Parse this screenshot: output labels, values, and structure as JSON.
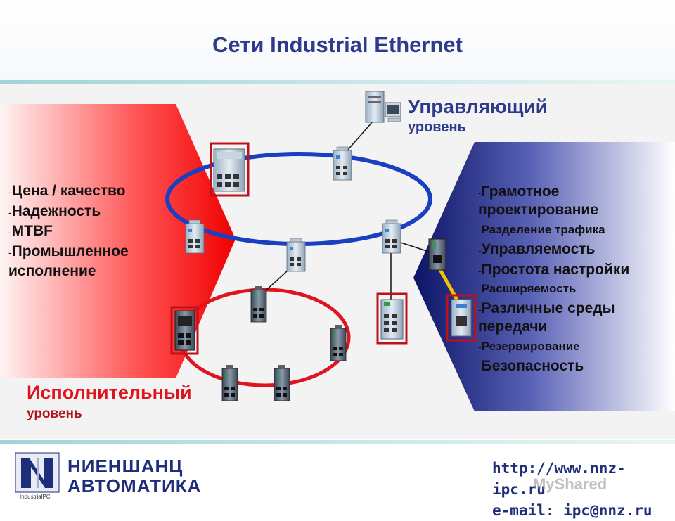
{
  "title": "Сети Industrial Ethernet",
  "control_level": {
    "line1": "Управляющий",
    "line2": "уровень"
  },
  "exec_level": {
    "line1": "Исполнительный",
    "line2": "уровень"
  },
  "left_items": [
    {
      "dash": "-",
      "text": "Цена / качество"
    },
    {
      "dash": "-",
      "text": "Надежность"
    },
    {
      "dash": "-",
      "text": "MTBF"
    },
    {
      "dash": "-",
      "text": "Промышленное исполнение"
    }
  ],
  "right_items": [
    {
      "dash": "-",
      "text": "Грамотное проектирование"
    },
    {
      "dash": "-",
      "text": "Разделение трафика"
    },
    {
      "dash": "-",
      "text": "Управляемость"
    },
    {
      "dash": "-",
      "text": "Простота настройки"
    },
    {
      "dash": "-",
      "text": "Расширяемость"
    },
    {
      "dash": "-",
      "text": "Различные среды передачи"
    },
    {
      "dash": "-",
      "text": "Резервирование"
    },
    {
      "dash": "-",
      "text": "Безопасность"
    }
  ],
  "logo": {
    "line1": "НИЕНШАНЦ",
    "line2": "АВТОМАТИКА",
    "sub": "IndustrialPC"
  },
  "contacts": {
    "url": "http://www.nnz-ipc.ru",
    "email": "e-mail: ipc@nnz.ru"
  },
  "watermark": "MyShared",
  "colors": {
    "title": "#2e3a8c",
    "control_ring": "#1a3fc0",
    "exec_ring": "#e0141e",
    "left_panel": "#ff1a1a",
    "right_panel": "#1a1f8a",
    "fiber_link": "#f2c200"
  },
  "icons": [
    "server-icon",
    "ethernet-switch-icon",
    "industrial-logo-icon"
  ]
}
